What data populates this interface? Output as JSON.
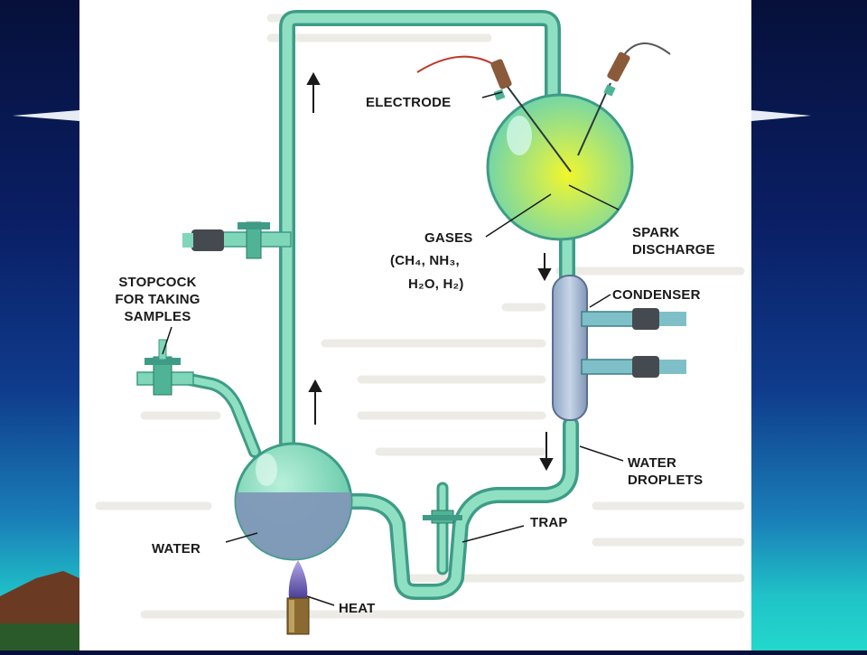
{
  "colors": {
    "page_bg": "#ffffff",
    "glass": "#7fd6b8",
    "glass_dark": "#3e9c86",
    "water": "#7f98b8",
    "spark": "#e8f040",
    "text": "#1a1a1a",
    "flame": "#6a5fb0"
  },
  "labels": {
    "electrode": "ELECTRODE",
    "gases": "GASES",
    "gases_formula_1": "(CH₄, NH₃,",
    "gases_formula_2": "H₂O, H₂)",
    "spark": "SPARK\nDISCHARGE",
    "condenser": "CONDENSER",
    "water_droplets": "WATER\nDROPLETS",
    "trap": "TRAP",
    "stopcock": "STOPCOCK\nFOR TAKING\nSAMPLES",
    "water": "WATER",
    "heat": "HEAT"
  }
}
